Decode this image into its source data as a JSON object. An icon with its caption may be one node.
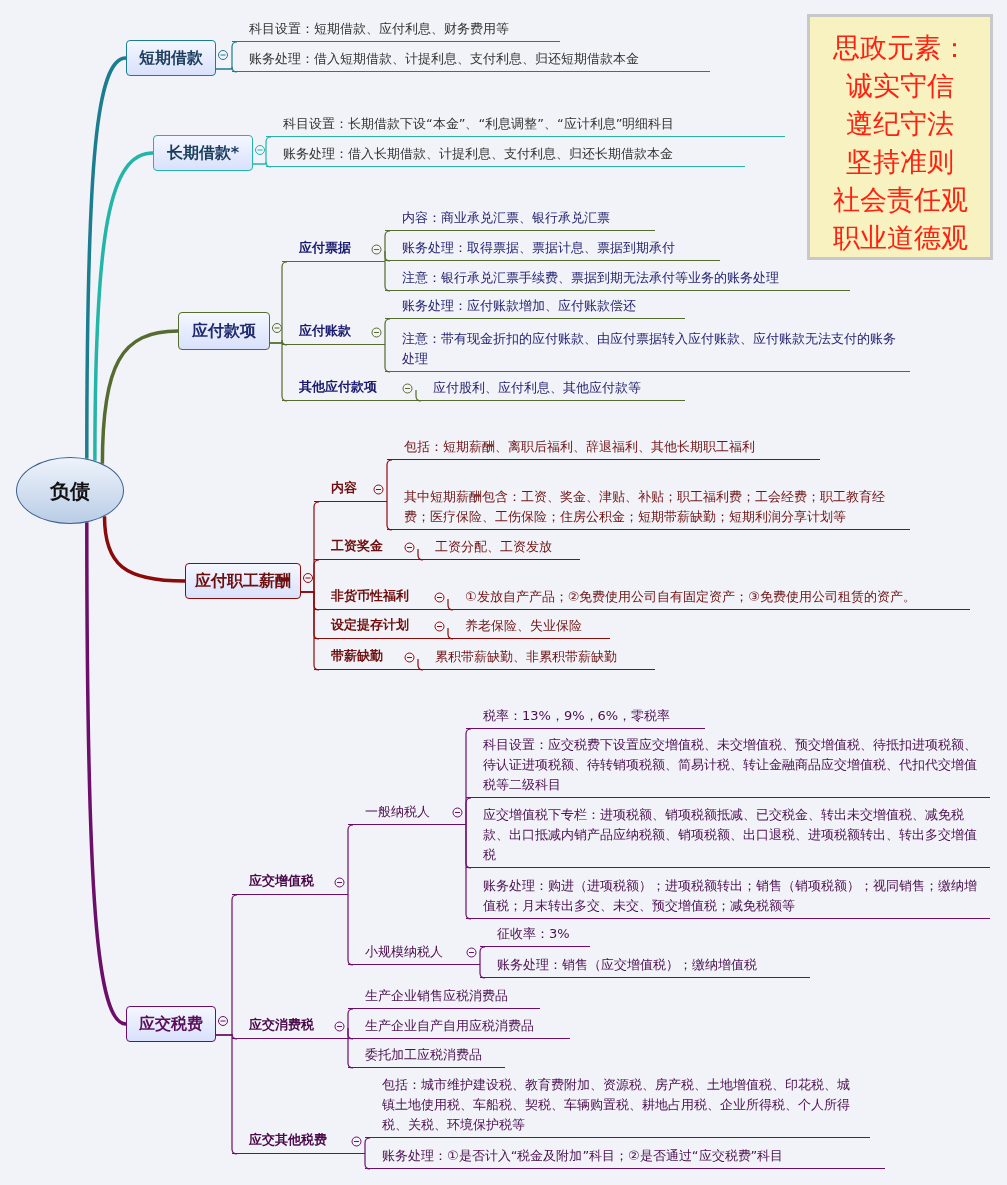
{
  "diagram": {
    "nodes": [
      {
        "text": [
          "负债"
        ]
      },
      {
        "text": [
          "短期借款"
        ]
      },
      {
        "text": [
          "科目设置：短期借款、应付利息、财务费用等"
        ]
      },
      {
        "text": [
          "账务处理：借入短期借款、计提利息、支付利息、归还短期借款本金"
        ]
      },
      {
        "text": [
          "长期借款*"
        ]
      },
      {
        "text": [
          "科目设置：长期借款下设“本金”、“利息调整”、“应计利息”明细科目"
        ]
      },
      {
        "text": [
          "账务处理：借入长期借款、计提利息、支付利息、归还长期借款本金"
        ]
      },
      {
        "text": [
          "应付款项"
        ]
      },
      {
        "text": [
          "应付票据"
        ]
      },
      {
        "text": [
          "内容：商业承兑汇票、银行承兑汇票"
        ]
      },
      {
        "text": [
          "账务处理：取得票据、票据计息、票据到期承付"
        ]
      },
      {
        "text": [
          "注意：银行承兑汇票手续费、票据到期无法承付等业务的账务处理"
        ]
      },
      {
        "text": [
          "应付账款"
        ]
      },
      {
        "text": [
          "账务处理：应付账款增加、应付账款偿还"
        ]
      },
      {
        "text": [
          "注意：带有现金折扣的应付账款、由应付票据转入应付账款、应付账款无法支付的账务处理"
        ]
      },
      {
        "text": [
          "其他应付款项"
        ]
      },
      {
        "text": [
          "应付股利、应付利息、其他应付款等"
        ]
      },
      {
        "text": [
          "应付职工薪酬"
        ]
      },
      {
        "text": [
          "内容"
        ]
      },
      {
        "text": [
          "包括：短期薪酬、离职后福利、辞退福利、其他长期职工福利"
        ]
      },
      {
        "text": [
          "其中短期薪酬包含：工资、奖金、津贴、补贴；职工福利费；工会经费；职工教育经费；医疗保险、工伤保险；住房公积金；短期带薪缺勤；短期利润分享计划等"
        ]
      },
      {
        "text": [
          "工资奖金"
        ]
      },
      {
        "text": [
          "工资分配、工资发放"
        ]
      },
      {
        "text": [
          "非货币性福利"
        ]
      },
      {
        "text": [
          "①发放自产产品；②免费使用公司自有固定资产；③免费使用公司租赁的资产。"
        ]
      },
      {
        "text": [
          "设定提存计划"
        ]
      },
      {
        "text": [
          "养老保险、失业保险"
        ]
      },
      {
        "text": [
          "带薪缺勤"
        ]
      },
      {
        "text": [
          "累积带薪缺勤、非累积带薪缺勤"
        ]
      },
      {
        "text": [
          "应交税费"
        ]
      },
      {
        "text": [
          "应交增值税"
        ]
      },
      {
        "text": [
          "一般纳税人"
        ]
      },
      {
        "text": [
          "税率：13%，9%，6%，零税率"
        ]
      },
      {
        "text": [
          "科目设置：应交税费下设置应交增值税、未交增值税、预交增值税、待抵扣进项税额、待认证进项税额、待转销项税额、简易计税、转让金融商品应交增值税、代扣代交增值税等二级科目"
        ]
      },
      {
        "text": [
          "应交增值税下专栏：进项税额、销项税额抵减、已交税金、转出未交增值税、减免税款、出口抵减内销产品应纳税额、销项税额、出口退税、进项税额转出、转出多交增值税"
        ]
      },
      {
        "text": [
          "账务处理：购进（进项税额）；进项税额转出；销售（销项税额）；视同销售；缴纳增值税；月末转出多交、未交、预交增值税；减免税额等"
        ]
      },
      {
        "text": [
          "小规模纳税人"
        ]
      },
      {
        "text": [
          "征收率：3%"
        ]
      },
      {
        "text": [
          "账务处理：销售（应交增值税）；缴纳增值税"
        ]
      },
      {
        "text": [
          "应交消费税"
        ]
      },
      {
        "text": [
          "生产企业销售应税消费品"
        ]
      },
      {
        "text": [
          "生产企业自产自用应税消费品"
        ]
      },
      {
        "text": [
          "委托加工应税消费品"
        ]
      },
      {
        "text": [
          "应交其他税费"
        ]
      },
      {
        "text": [
          "包括：城市维护建设税、教育费附加、资源税、房产税、土地增值税、印花税、城镇土地使用税、车船税、契税、车辆购置税、耕地占用税、企业所得税、个人所得税、关税、环境保护税等"
        ]
      },
      {
        "text": [
          "账务处理：①是否计入“税金及附加”科目；②是否通过“应交税费”科目"
        ]
      },
      {
        "text": [
          "思政元素：",
          "诚实守信",
          "遵纪守法",
          "坚持准则",
          "社会责任观",
          "职业道德观"
        ]
      }
    ],
    "edges": [
      {
        "from": 0,
        "to": 1,
        "arrow": "none",
        "style": "thick",
        "color": "#1b7d8f"
      },
      {
        "from": 1,
        "to": 2,
        "arrow": "none",
        "color": "#1b7d8f"
      },
      {
        "from": 1,
        "to": 3,
        "arrow": "none",
        "color": "#1b7d8f"
      },
      {
        "from": 0,
        "to": 4,
        "arrow": "none",
        "style": "thick",
        "color": "#22b5a8"
      },
      {
        "from": 4,
        "to": 5,
        "arrow": "none",
        "color": "#22b5a8"
      },
      {
        "from": 4,
        "to": 6,
        "arrow": "none",
        "color": "#22b5a8"
      },
      {
        "from": 0,
        "to": 7,
        "arrow": "none",
        "style": "thick",
        "color": "#556b2f"
      },
      {
        "from": 7,
        "to": 8,
        "arrow": "none",
        "color": "#556b2f"
      },
      {
        "from": 8,
        "to": 9,
        "arrow": "none",
        "color": "#556b2f"
      },
      {
        "from": 8,
        "to": 10,
        "arrow": "none",
        "color": "#556b2f"
      },
      {
        "from": 8,
        "to": 11,
        "arrow": "none",
        "color": "#556b2f"
      },
      {
        "from": 7,
        "to": 12,
        "arrow": "none",
        "color": "#556b2f"
      },
      {
        "from": 12,
        "to": 13,
        "arrow": "none",
        "color": "#556b2f"
      },
      {
        "from": 12,
        "to": 14,
        "arrow": "none",
        "color": "#556b2f"
      },
      {
        "from": 7,
        "to": 15,
        "arrow": "none",
        "color": "#556b2f"
      },
      {
        "from": 15,
        "to": 16,
        "arrow": "none",
        "color": "#556b2f"
      },
      {
        "from": 0,
        "to": 17,
        "arrow": "none",
        "style": "thick",
        "color": "#8b0a0a"
      },
      {
        "from": 17,
        "to": 18,
        "arrow": "none",
        "color": "#8b0a0a"
      },
      {
        "from": 18,
        "to": 19,
        "arrow": "none",
        "color": "#8b0a0a"
      },
      {
        "from": 18,
        "to": 20,
        "arrow": "none",
        "color": "#8b0a0a"
      },
      {
        "from": 17,
        "to": 21,
        "arrow": "none",
        "color": "#8b0a0a"
      },
      {
        "from": 21,
        "to": 22,
        "arrow": "none",
        "color": "#8b0a0a"
      },
      {
        "from": 17,
        "to": 23,
        "arrow": "none",
        "color": "#8b0a0a"
      },
      {
        "from": 23,
        "to": 24,
        "arrow": "none",
        "color": "#8b0a0a"
      },
      {
        "from": 17,
        "to": 25,
        "arrow": "none",
        "color": "#8b0a0a"
      },
      {
        "from": 25,
        "to": 26,
        "arrow": "none",
        "color": "#8b0a0a"
      },
      {
        "from": 17,
        "to": 27,
        "arrow": "none",
        "color": "#8b0a0a"
      },
      {
        "from": 27,
        "to": 28,
        "arrow": "none",
        "color": "#8b0a0a"
      },
      {
        "from": 0,
        "to": 29,
        "arrow": "none",
        "style": "thick",
        "color": "#6b0f6b"
      },
      {
        "from": 29,
        "to": 30,
        "arrow": "none",
        "color": "#6b0f6b"
      },
      {
        "from": 30,
        "to": 31,
        "arrow": "none",
        "color": "#6b0f6b"
      },
      {
        "from": 31,
        "to": 32,
        "arrow": "none",
        "color": "#6b0f6b"
      },
      {
        "from": 31,
        "to": 33,
        "arrow": "none",
        "color": "#6b0f6b"
      },
      {
        "from": 31,
        "to": 34,
        "arrow": "none",
        "color": "#6b0f6b"
      },
      {
        "from": 31,
        "to": 35,
        "arrow": "none",
        "color": "#6b0f6b"
      },
      {
        "from": 30,
        "to": 36,
        "arrow": "none",
        "color": "#6b0f6b"
      },
      {
        "from": 36,
        "to": 37,
        "arrow": "none",
        "color": "#6b0f6b"
      },
      {
        "from": 36,
        "to": 38,
        "arrow": "none",
        "color": "#6b0f6b"
      },
      {
        "from": 29,
        "to": 39,
        "arrow": "none",
        "color": "#6b0f6b"
      },
      {
        "from": 39,
        "to": 40,
        "arrow": "none",
        "color": "#6b0f6b"
      },
      {
        "from": 39,
        "to": 41,
        "arrow": "none",
        "color": "#6b0f6b"
      },
      {
        "from": 39,
        "to": 42,
        "arrow": "none",
        "color": "#6b0f6b"
      },
      {
        "from": 29,
        "to": 43,
        "arrow": "none",
        "color": "#6b0f6b"
      },
      {
        "from": 43,
        "to": 44,
        "arrow": "none",
        "color": "#6b0f6b"
      },
      {
        "from": 43,
        "to": 45,
        "arrow": "none",
        "color": "#6b0f6b"
      }
    ]
  }
}
